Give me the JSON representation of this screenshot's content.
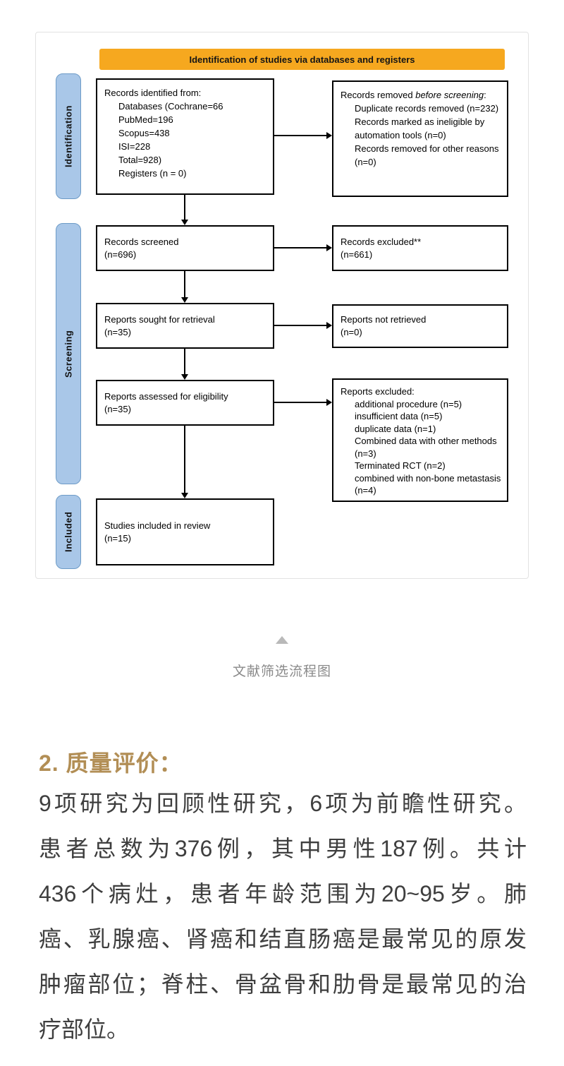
{
  "colors": {
    "accent": "#F6A81F",
    "stage-blue": "#A9C7E8",
    "gold": "#B28E55",
    "body-ink": "#3E3E3E",
    "caption-ink": "#8A8A8A"
  },
  "figure": {
    "header": "Identification of studies via databases and registers",
    "stages": {
      "identification": "Identification",
      "screening": "Screening",
      "included": "Included"
    },
    "boxes": {
      "identified": {
        "title": "Records identified from:",
        "items": [
          "Databases (Cochrane=66",
          "PubMed=196",
          "Scopus=438",
          "ISI=228",
          "Total=928)",
          "Registers (n = 0)"
        ]
      },
      "removed": {
        "prefix": "Records removed ",
        "italic": "before screening",
        "suffix": ":",
        "items": [
          "Duplicate records removed (n=232)",
          "Records marked as ineligible by automation tools (n=0)",
          "Records removed for other reasons (n=0)"
        ]
      },
      "screened": {
        "line1": "Records screened",
        "line2": "(n=696)"
      },
      "excluded_records": {
        "line1": "Records excluded**",
        "line2": "(n=661)"
      },
      "sought": {
        "line1": "Reports sought for retrieval",
        "line2": "(n=35)"
      },
      "not_retrieved": {
        "line1": "Reports not retrieved",
        "line2": "(n=0)"
      },
      "assessed": {
        "line1": "Reports assessed for eligibility",
        "line2": "(n=35)"
      },
      "excluded_reports": {
        "title": "Reports excluded:",
        "items": [
          "additional procedure (n=5)",
          "insufficient data (n=5)",
          "duplicate data (n=1)",
          "Combined data with other methods (n=3)",
          "Terminated RCT (n=2)",
          "combined with non-bone metastasis (n=4)"
        ]
      },
      "included": {
        "line1": "Studies included in review",
        "line2": "(n=15)"
      }
    }
  },
  "caption": "文献筛选流程图",
  "section": {
    "heading": "2. 质量评价：",
    "lines": [
      "9项研究为回顾性研究，6项为前瞻性研究。",
      "患者总数为376例，其中男性187例。共计",
      "436个病灶，患者年龄范围为20~95岁。肺",
      "癌、乳腺癌、肾癌和结直肠癌是最常见的原发",
      "肿瘤部位；脊柱、骨盆骨和肋骨是最常见的治",
      "疗部位。"
    ]
  }
}
